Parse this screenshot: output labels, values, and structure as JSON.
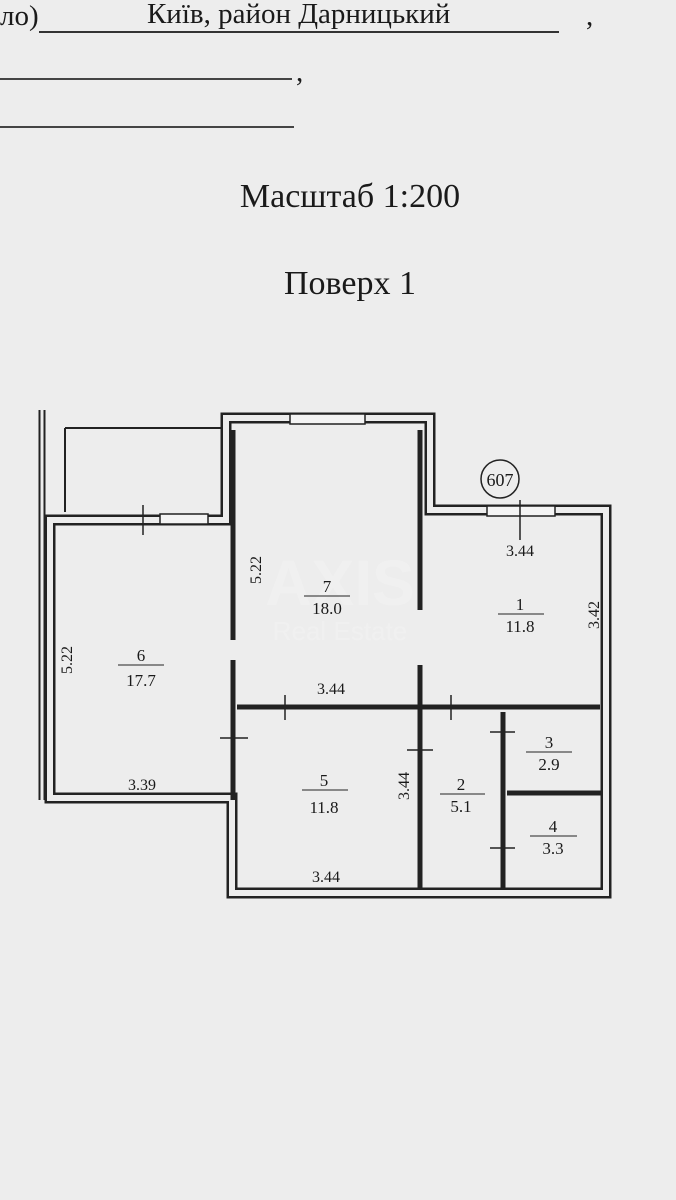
{
  "header": {
    "prefix": "ло)",
    "address": "Київ, район Дарницький",
    "comma": ","
  },
  "scale_label": "Масштаб 1:200",
  "floor_label": "Поверх 1",
  "watermark": {
    "brand": "AXIS",
    "sub": "Real Estate"
  },
  "plan": {
    "marker": "607",
    "rooms": [
      {
        "number": "1",
        "area": "11.8"
      },
      {
        "number": "2",
        "area": "5.1"
      },
      {
        "number": "3",
        "area": "2.9"
      },
      {
        "number": "4",
        "area": "3.3"
      },
      {
        "number": "5",
        "area": "11.8"
      },
      {
        "number": "6",
        "area": "17.7"
      },
      {
        "number": "7",
        "area": "18.0"
      }
    ],
    "dimensions": {
      "room1_width": "3.44",
      "room1_height": "3.42",
      "room7_height": "5.22",
      "room7_width": "3.44",
      "room6_height": "5.22",
      "room6_width": "3.39",
      "room5_height": "3.44",
      "room5_width": "3.44"
    }
  }
}
